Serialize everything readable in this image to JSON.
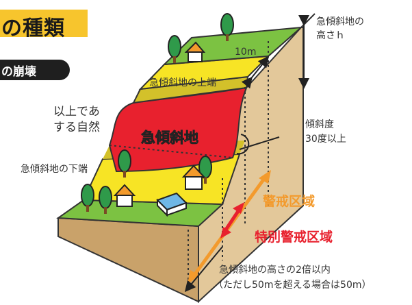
{
  "title": "の種類",
  "subtitle_pill": "の崩壊",
  "body_text": [
    "以上であ",
    "する自然"
  ],
  "labels": {
    "height_title_line1": "急傾斜地の",
    "height_title_line2": "高さｈ",
    "ten_m": "10m",
    "top_edge": "急傾斜地の上端",
    "slope": "急傾斜地",
    "bottom_edge": "急傾斜地の下端",
    "gradient_line1": "傾斜度",
    "gradient_line2": "30度以上",
    "warning_zone": "警戒区域",
    "special_zone": "特別警戒区域",
    "rule_line1": "急傾斜地の高さの2倍以内",
    "rule_line2": "（ただし50mを超える場合は50m）"
  },
  "colors": {
    "title_bg": "#f7c52d",
    "slope_red": "#e8212e",
    "yellow": "#f7e425",
    "olive": "#d3c12a",
    "green": "#7cc242",
    "earth": "#e3c89a",
    "warning_orange": "#f39a2c",
    "special_red": "#e8212e"
  }
}
